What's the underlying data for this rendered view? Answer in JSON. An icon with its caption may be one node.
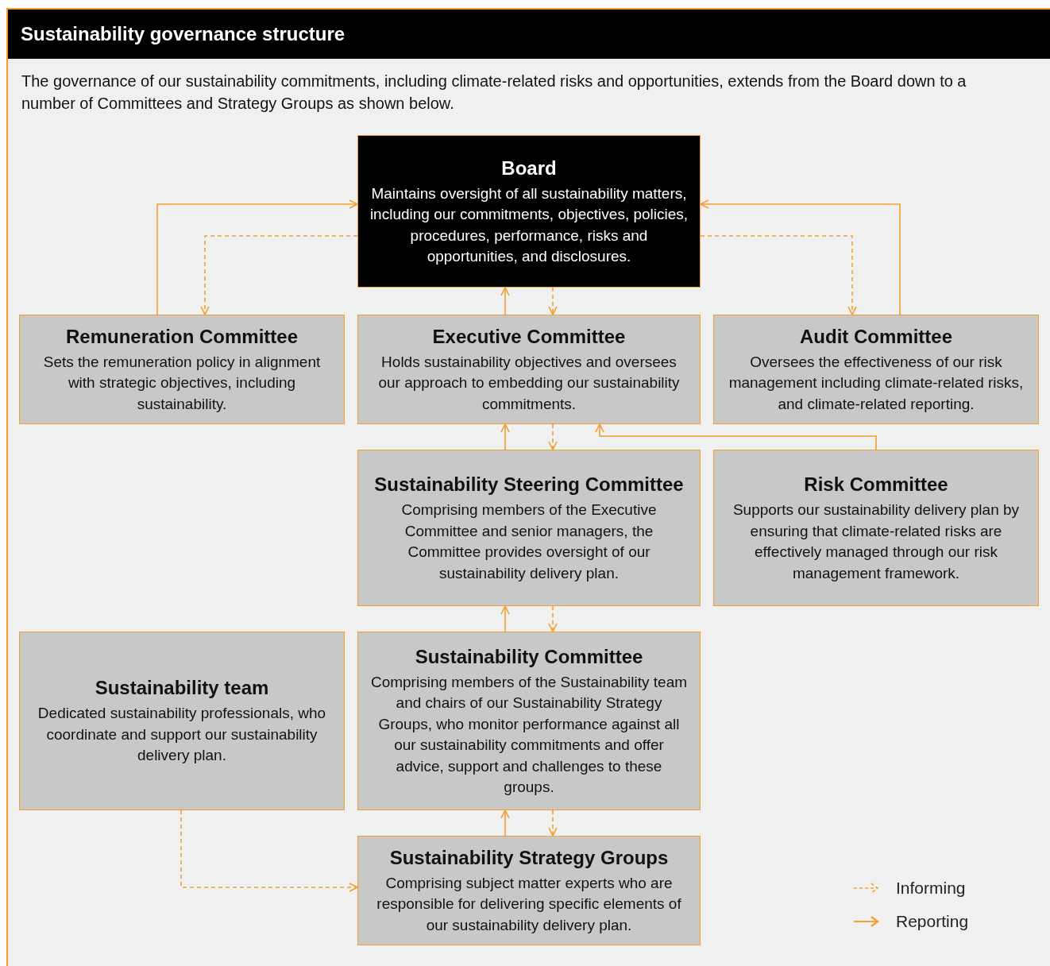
{
  "diagram": {
    "title": "Sustainability governance structure",
    "nodes": [
      {
        "text": [
          "Board",
          "Maintains oversight of all sustainability matters, including our commitments, objectives, policies, procedures, performance, risks and opportunities, and disclosures."
        ]
      },
      {
        "text": [
          "Remuneration Committee",
          "Sets the remuneration policy in alignment with strategic objectives, including sustainability."
        ]
      },
      {
        "text": [
          "Executive Committee",
          "Holds sustainability objectives and oversees our approach to embedding our sustainability commitments."
        ]
      },
      {
        "text": [
          "Audit Committee",
          "Oversees the effectiveness of our risk management including climate-related risks, and climate-related reporting."
        ]
      },
      {
        "text": [
          "Sustainability Steering Committee",
          "Comprising members of the Executive Committee and senior managers, the Committee provides oversight of our sustainability delivery plan."
        ]
      },
      {
        "text": [
          "Risk Committee",
          "Supports our sustainability delivery plan by ensuring that climate-related risks are effectively managed through our risk management framework."
        ]
      },
      {
        "text": [
          "Sustainability team",
          "Dedicated sustainability professionals, who coordinate and support our sustainability delivery plan."
        ]
      },
      {
        "text": [
          "Sustainability Committee",
          "Comprising members of the Sustainability team and chairs of our Sustainability Strategy Groups, who monitor performance against all our sustainability commitments and offer advice, support and challenges to these groups."
        ]
      },
      {
        "text": [
          "Sustainability Strategy Groups",
          "Comprising subject matter experts who are responsible for delivering specific elements of our sustainability delivery plan."
        ]
      }
    ],
    "edges": [
      {
        "from": 1,
        "to": 0,
        "arrow": "to"
      },
      {
        "from": 0,
        "to": 1,
        "arrow": "to",
        "style": "dashed"
      },
      {
        "from": 2,
        "to": 0,
        "arrow": "to"
      },
      {
        "from": 0,
        "to": 2,
        "arrow": "to",
        "style": "dashed"
      },
      {
        "from": 3,
        "to": 0,
        "arrow": "to"
      },
      {
        "from": 0,
        "to": 3,
        "arrow": "to",
        "style": "dashed"
      },
      {
        "from": 4,
        "to": 2,
        "arrow": "to"
      },
      {
        "from": 2,
        "to": 4,
        "arrow": "to",
        "style": "dashed"
      },
      {
        "from": 5,
        "to": 2,
        "arrow": "to"
      },
      {
        "from": 7,
        "to": 4,
        "arrow": "to"
      },
      {
        "from": 4,
        "to": 7,
        "arrow": "to",
        "style": "dashed"
      },
      {
        "from": 8,
        "to": 7,
        "arrow": "to"
      },
      {
        "from": 7,
        "to": 8,
        "arrow": "to",
        "style": "dashed"
      },
      {
        "from": 6,
        "to": 8,
        "arrow": "to",
        "style": "dashed"
      }
    ],
    "labels": [
      "The governance of our sustainability commitments, including climate-related risks and opportunities, extends from the Board down to a number of Committees and Strategy Groups as shown below."
    ],
    "legend": [
      {
        "text": "Informing"
      },
      {
        "text": "Reporting"
      }
    ]
  }
}
